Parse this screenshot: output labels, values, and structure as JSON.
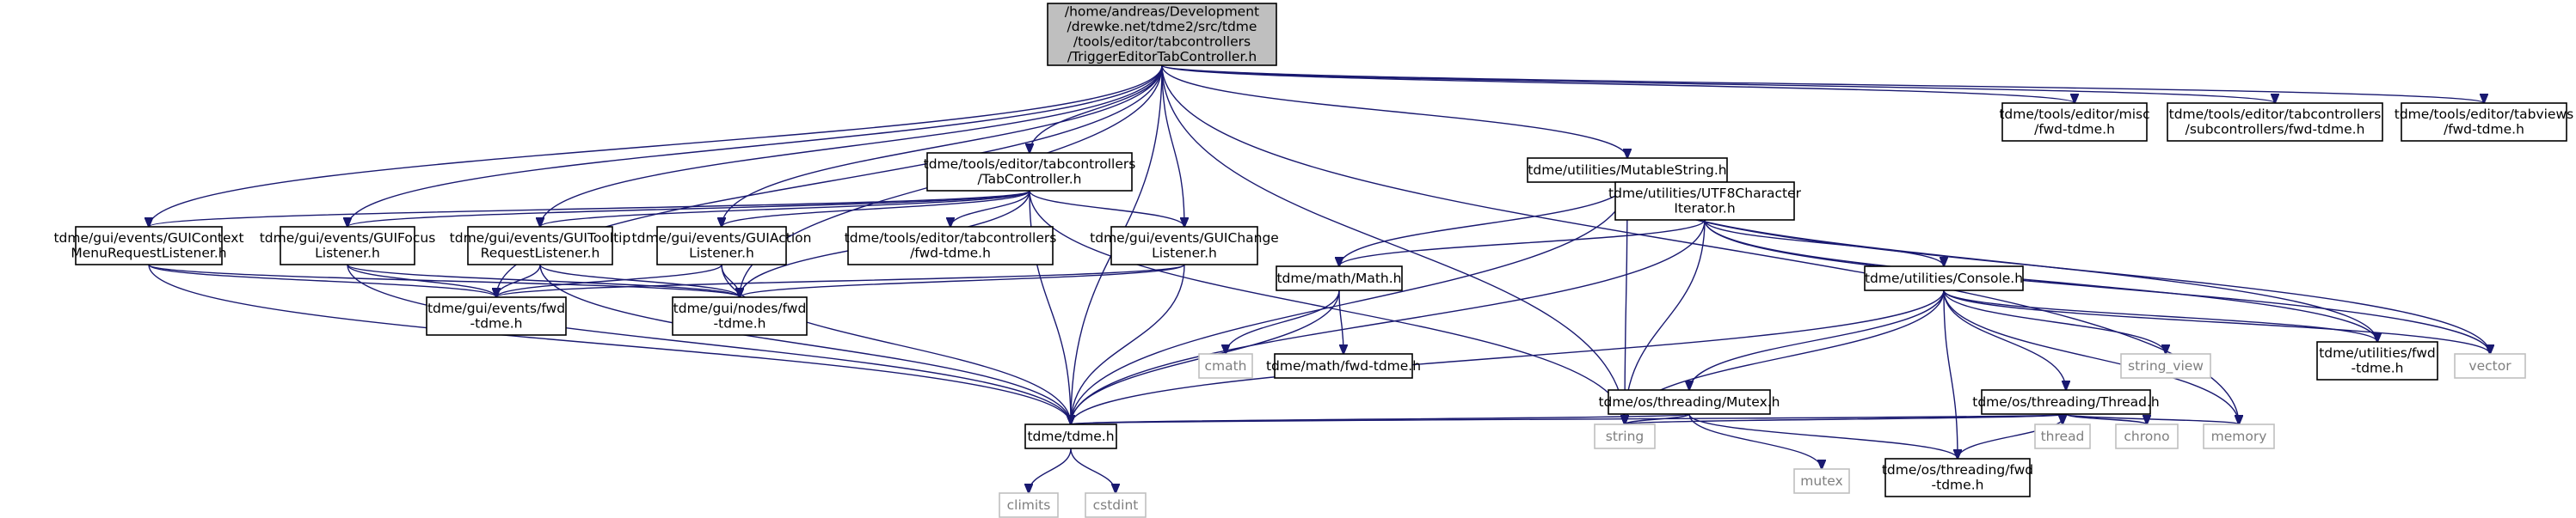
{
  "nodes": [
    {
      "id": "root",
      "lines": [
        "/home/andreas/Development",
        "/drewke.net/tdme2/src/tdme",
        "/tools/editor/tabcontrollers",
        "/TriggerEditorTabController.h"
      ],
      "kind": "root"
    },
    {
      "id": "tabctrl",
      "lines": [
        "tdme/tools/editor/tabcontrollers",
        "/TabController.h"
      ],
      "kind": "normal"
    },
    {
      "id": "mutstr",
      "lines": [
        "tdme/utilities/MutableString.h"
      ],
      "kind": "normal"
    },
    {
      "id": "miscfwd",
      "lines": [
        "tdme/tools/editor/misc",
        "/fwd-tdme.h"
      ],
      "kind": "normal"
    },
    {
      "id": "subfwd",
      "lines": [
        "tdme/tools/editor/tabcontrollers",
        "/subcontrollers/fwd-tdme.h"
      ],
      "kind": "normal"
    },
    {
      "id": "tabviewsfwd",
      "lines": [
        "tdme/tools/editor/tabviews",
        "/fwd-tdme.h"
      ],
      "kind": "normal"
    },
    {
      "id": "ctxmenu",
      "lines": [
        "tdme/gui/events/GUIContext",
        "MenuRequestListener.h"
      ],
      "kind": "normal"
    },
    {
      "id": "focus",
      "lines": [
        "tdme/gui/events/GUIFocus",
        "Listener.h"
      ],
      "kind": "normal"
    },
    {
      "id": "tooltip",
      "lines": [
        "tdme/gui/events/GUITooltip",
        "RequestListener.h"
      ],
      "kind": "normal"
    },
    {
      "id": "action",
      "lines": [
        "tdme/gui/events/GUIAction",
        "Listener.h"
      ],
      "kind": "normal"
    },
    {
      "id": "tcfwd",
      "lines": [
        "tdme/tools/editor/tabcontrollers",
        "/fwd-tdme.h"
      ],
      "kind": "normal"
    },
    {
      "id": "change",
      "lines": [
        "tdme/gui/events/GUIChange",
        "Listener.h"
      ],
      "kind": "normal"
    },
    {
      "id": "utf8",
      "lines": [
        "tdme/utilities/UTF8Character",
        "Iterator.h"
      ],
      "kind": "normal"
    },
    {
      "id": "eventsfwd",
      "lines": [
        "tdme/gui/events/fwd",
        "-tdme.h"
      ],
      "kind": "normal"
    },
    {
      "id": "nodesfwd",
      "lines": [
        "tdme/gui/nodes/fwd",
        "-tdme.h"
      ],
      "kind": "normal"
    },
    {
      "id": "math",
      "lines": [
        "tdme/math/Math.h"
      ],
      "kind": "normal"
    },
    {
      "id": "console",
      "lines": [
        "tdme/utilities/Console.h"
      ],
      "kind": "normal"
    },
    {
      "id": "cmath",
      "lines": [
        "cmath"
      ],
      "kind": "ext"
    },
    {
      "id": "mathfwd",
      "lines": [
        "tdme/math/fwd-tdme.h"
      ],
      "kind": "normal"
    },
    {
      "id": "mutex",
      "lines": [
        "tdme/os/threading/Mutex.h"
      ],
      "kind": "normal"
    },
    {
      "id": "thread",
      "lines": [
        "tdme/os/threading/Thread.h"
      ],
      "kind": "normal"
    },
    {
      "id": "strview",
      "lines": [
        "string_view"
      ],
      "kind": "ext"
    },
    {
      "id": "utilfwd",
      "lines": [
        "tdme/utilities/fwd",
        "-tdme.h"
      ],
      "kind": "normal"
    },
    {
      "id": "vector",
      "lines": [
        "vector"
      ],
      "kind": "ext"
    },
    {
      "id": "tdme",
      "lines": [
        "tdme/tdme.h"
      ],
      "kind": "normal"
    },
    {
      "id": "string",
      "lines": [
        "string"
      ],
      "kind": "ext"
    },
    {
      "id": "mutexstd",
      "lines": [
        "mutex"
      ],
      "kind": "ext"
    },
    {
      "id": "threadfwd",
      "lines": [
        "tdme/os/threading/fwd",
        "-tdme.h"
      ],
      "kind": "normal"
    },
    {
      "id": "threadstd",
      "lines": [
        "thread"
      ],
      "kind": "ext"
    },
    {
      "id": "chrono",
      "lines": [
        "chrono"
      ],
      "kind": "ext"
    },
    {
      "id": "memory",
      "lines": [
        "memory"
      ],
      "kind": "ext"
    },
    {
      "id": "climits",
      "lines": [
        "climits"
      ],
      "kind": "ext"
    },
    {
      "id": "cstdint",
      "lines": [
        "cstdint"
      ],
      "kind": "ext"
    }
  ],
  "edges": [
    [
      "root",
      "tabctrl"
    ],
    [
      "root",
      "mutstr"
    ],
    [
      "root",
      "miscfwd"
    ],
    [
      "root",
      "subfwd"
    ],
    [
      "root",
      "tabviewsfwd"
    ],
    [
      "root",
      "ctxmenu"
    ],
    [
      "root",
      "focus"
    ],
    [
      "root",
      "tooltip"
    ],
    [
      "root",
      "action"
    ],
    [
      "root",
      "change"
    ],
    [
      "root",
      "eventsfwd"
    ],
    [
      "root",
      "nodesfwd"
    ],
    [
      "root",
      "tdme"
    ],
    [
      "root",
      "string"
    ],
    [
      "root",
      "memory"
    ],
    [
      "tabctrl",
      "ctxmenu"
    ],
    [
      "tabctrl",
      "focus"
    ],
    [
      "tabctrl",
      "tooltip"
    ],
    [
      "tabctrl",
      "action"
    ],
    [
      "tabctrl",
      "tcfwd"
    ],
    [
      "tabctrl",
      "change"
    ],
    [
      "tabctrl",
      "nodesfwd"
    ],
    [
      "tabctrl",
      "tdme"
    ],
    [
      "tabctrl",
      "string"
    ],
    [
      "ctxmenu",
      "eventsfwd"
    ],
    [
      "ctxmenu",
      "nodesfwd"
    ],
    [
      "ctxmenu",
      "tdme"
    ],
    [
      "focus",
      "eventsfwd"
    ],
    [
      "focus",
      "nodesfwd"
    ],
    [
      "focus",
      "tdme"
    ],
    [
      "tooltip",
      "eventsfwd"
    ],
    [
      "tooltip",
      "nodesfwd"
    ],
    [
      "tooltip",
      "tdme"
    ],
    [
      "action",
      "eventsfwd"
    ],
    [
      "action",
      "nodesfwd"
    ],
    [
      "action",
      "tdme"
    ],
    [
      "change",
      "eventsfwd"
    ],
    [
      "change",
      "nodesfwd"
    ],
    [
      "change",
      "tdme"
    ],
    [
      "mutstr",
      "utf8"
    ],
    [
      "mutstr",
      "math"
    ],
    [
      "mutstr",
      "tdme"
    ],
    [
      "mutstr",
      "string"
    ],
    [
      "mutstr",
      "utilfwd"
    ],
    [
      "mutstr",
      "vector"
    ],
    [
      "utf8",
      "math"
    ],
    [
      "utf8",
      "console"
    ],
    [
      "utf8",
      "tdme"
    ],
    [
      "utf8",
      "string"
    ],
    [
      "utf8",
      "utilfwd"
    ],
    [
      "utf8",
      "vector"
    ],
    [
      "math",
      "cmath"
    ],
    [
      "math",
      "mathfwd"
    ],
    [
      "math",
      "tdme"
    ],
    [
      "console",
      "mutex"
    ],
    [
      "console",
      "thread"
    ],
    [
      "console",
      "strview"
    ],
    [
      "console",
      "utilfwd"
    ],
    [
      "console",
      "vector"
    ],
    [
      "console",
      "tdme"
    ],
    [
      "console",
      "string"
    ],
    [
      "console",
      "threadfwd"
    ],
    [
      "console",
      "memory"
    ],
    [
      "mutex",
      "tdme"
    ],
    [
      "mutex",
      "mutexstd"
    ],
    [
      "mutex",
      "threadfwd"
    ],
    [
      "mutex",
      "string"
    ],
    [
      "thread",
      "tdme"
    ],
    [
      "thread",
      "threadfwd"
    ],
    [
      "thread",
      "threadstd"
    ],
    [
      "thread",
      "chrono"
    ],
    [
      "thread",
      "memory"
    ],
    [
      "thread",
      "string"
    ],
    [
      "tdme",
      "climits"
    ],
    [
      "tdme",
      "cstdint"
    ]
  ]
}
